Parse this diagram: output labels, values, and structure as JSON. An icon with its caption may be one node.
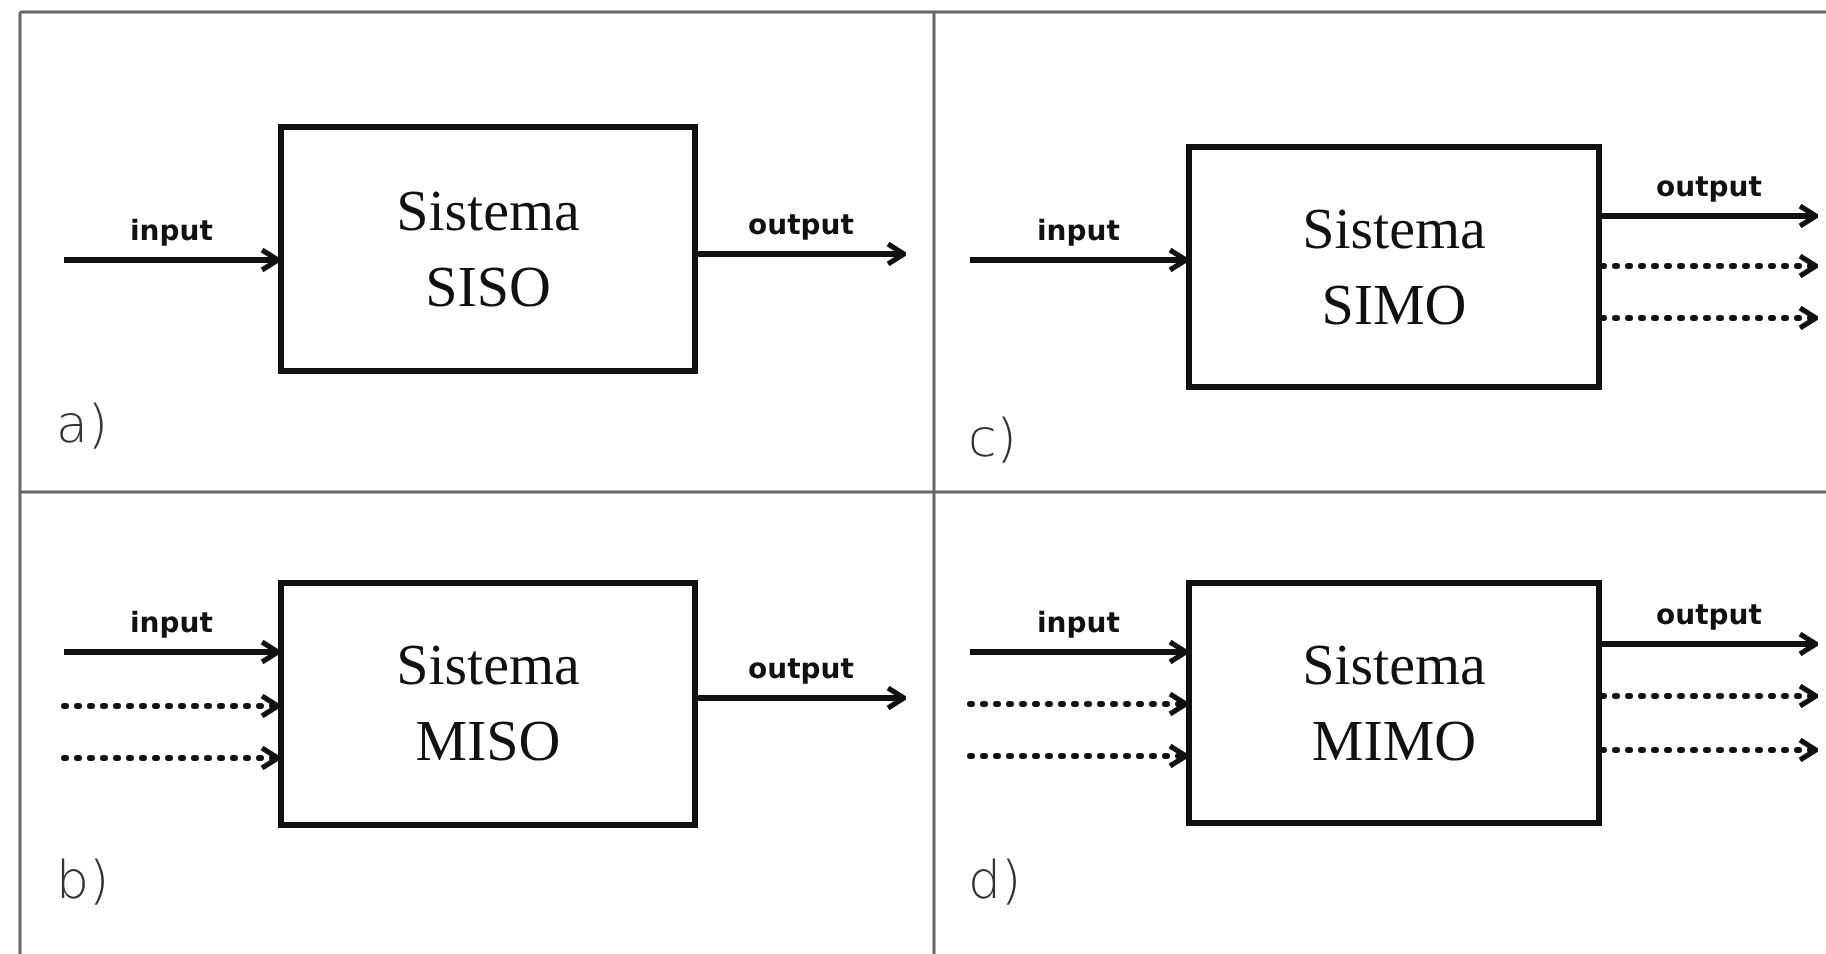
{
  "diagram": {
    "nodes": [
      {
        "text": [
          "Sistema SISO"
        ]
      },
      {
        "text": [
          "Sistema SIMO"
        ]
      },
      {
        "text": [
          "Sistema MISO"
        ]
      },
      {
        "text": [
          "Sistema MIMO"
        ]
      }
    ],
    "edges": [
      {
        "from": null,
        "to": 0,
        "arrow": "to",
        "label": "input"
      },
      {
        "from": 0,
        "to": null,
        "arrow": "to",
        "label": "output"
      },
      {
        "from": null,
        "to": 1,
        "arrow": "to",
        "label": "input"
      },
      {
        "from": 1,
        "to": null,
        "arrow": "to",
        "label": "output"
      },
      {
        "from": 1,
        "to": null,
        "arrow": "to",
        "style": "dashed"
      },
      {
        "from": 1,
        "to": null,
        "arrow": "to",
        "style": "dashed"
      },
      {
        "from": null,
        "to": 2,
        "arrow": "to",
        "label": "input"
      },
      {
        "from": null,
        "to": 2,
        "arrow": "to",
        "style": "dashed"
      },
      {
        "from": null,
        "to": 2,
        "arrow": "to",
        "style": "dashed"
      },
      {
        "from": 2,
        "to": null,
        "arrow": "to",
        "label": "output"
      },
      {
        "from": null,
        "to": 3,
        "arrow": "to",
        "label": "input"
      },
      {
        "from": null,
        "to": 3,
        "arrow": "to",
        "style": "dashed"
      },
      {
        "from": null,
        "to": 3,
        "arrow": "to",
        "style": "dashed"
      },
      {
        "from": 3,
        "to": null,
        "arrow": "to",
        "label": "output"
      },
      {
        "from": 3,
        "to": null,
        "arrow": "to",
        "style": "dashed"
      },
      {
        "from": 3,
        "to": null,
        "arrow": "to",
        "style": "dashed"
      }
    ],
    "labels": [
      "a)",
      "c)",
      "b)",
      "d)"
    ]
  }
}
